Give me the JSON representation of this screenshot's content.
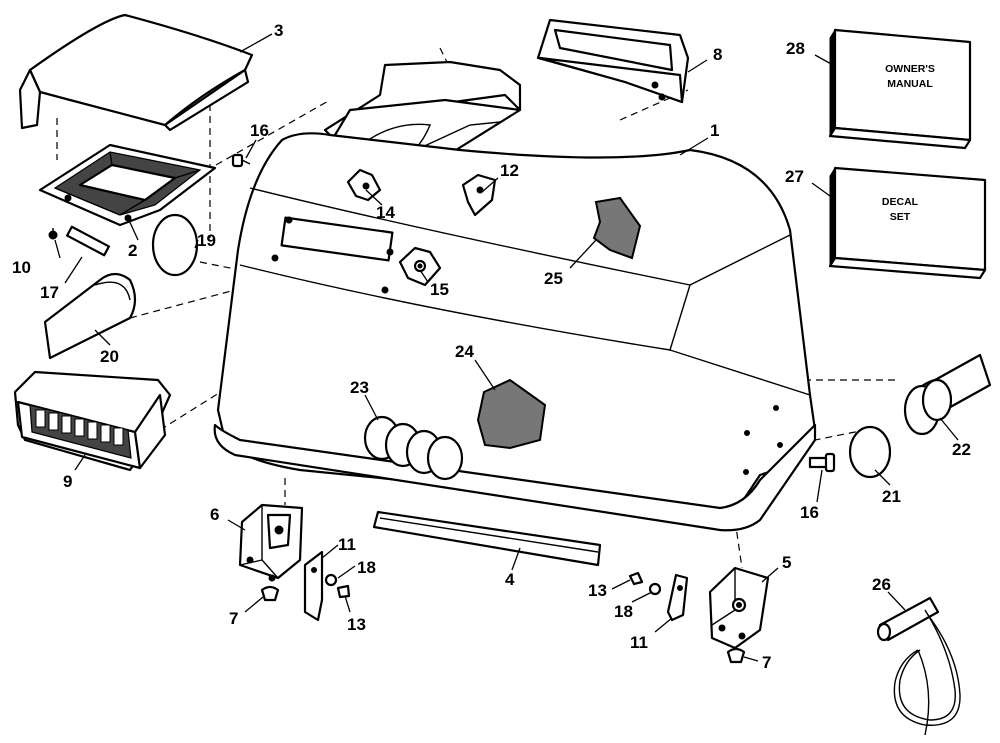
{
  "callouts": {
    "c1": "1",
    "c2": "2",
    "c3": "3",
    "c4": "4",
    "c5": "5",
    "c6": "6",
    "c7a": "7",
    "c7b": "7",
    "c8": "8",
    "c9": "9",
    "c10": "10",
    "c11a": "11",
    "c11b": "11",
    "c12": "12",
    "c13a": "13",
    "c13b": "13",
    "c14": "14",
    "c15": "15",
    "c16a": "16",
    "c16b": "16",
    "c17": "17",
    "c18a": "18",
    "c18b": "18",
    "c19": "19",
    "c20": "20",
    "c21": "21",
    "c22": "22",
    "c23": "23",
    "c24": "24",
    "c25": "25",
    "c26": "26",
    "c27": "27",
    "c28": "28"
  },
  "owners_manual": {
    "line1": "OWNER'S",
    "line2": "MANUAL"
  },
  "decal_set": {
    "line1": "DECAL",
    "line2": "SET"
  },
  "icons": {
    "cover": "motor-cover-icon",
    "grille": "air-grille-icon",
    "book": "book-icon",
    "cable": "coiled-cable-icon"
  }
}
